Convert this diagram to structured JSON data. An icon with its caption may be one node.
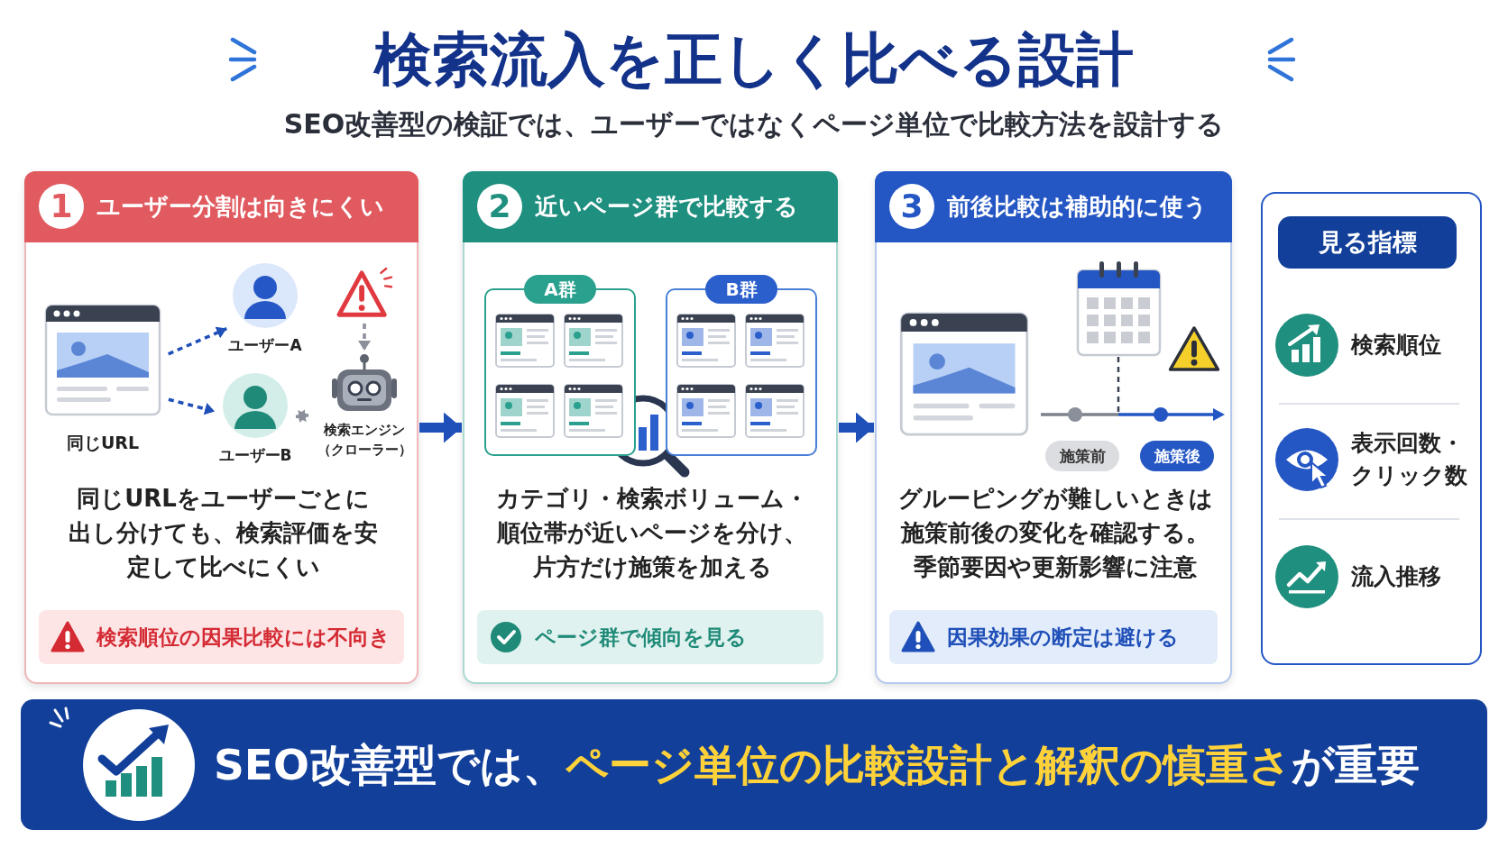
{
  "diagram": {
    "title": "検索流入を正しく比べる設計",
    "nodes": [
      {
        "text": [
          "1",
          "ユーザー分割は向きにくい",
          "同じURLをユーザーごとに出し分けても、検索評価を安定して比べにくい",
          "検索順位の因果比較には不向き"
        ]
      },
      {
        "text": [
          "同じURL"
        ],
        "in": 0
      },
      {
        "text": [
          "ユーザーA"
        ],
        "in": 0
      },
      {
        "text": [
          "ユーザーB"
        ],
        "in": 0
      },
      {
        "text": [],
        "shape": "triangle",
        "in": 0
      },
      {
        "text": [
          "検索エンジン（クローラー）"
        ],
        "in": 0
      },
      {
        "text": [
          "2",
          "近いページ群で比較する",
          "カテゴリ・検索ボリューム・順位帯が近いページを分け、片方だけ施策を加える",
          "ページ群で傾向を見る"
        ]
      },
      {
        "text": [
          "A群"
        ],
        "in": 6
      },
      {
        "text": [
          "B群"
        ],
        "in": 6
      },
      {
        "text": [
          "3",
          "前後比較は補助的に使う",
          "グルーピングが難しいときは施策前後の変化を確認する。季節要因や更新影響に注意",
          "因果効果の断定は避ける"
        ]
      },
      {
        "text": [
          "施策前"
        ],
        "in": 9
      },
      {
        "text": [
          "施策後"
        ],
        "in": 9
      },
      {
        "text": [
          "見る指標",
          "検索順位",
          "表示回数・クリック数",
          "流入推移"
        ]
      },
      {
        "text": [
          "SEO改善型では、**ページ単位の比較設計と解釈の慎重さ**が重要"
        ]
      }
    ],
    "edges": [
      {
        "from": 1,
        "to": 2,
        "arrow": "to",
        "style": "dashed"
      },
      {
        "from": 1,
        "to": 3,
        "arrow": "to",
        "style": "dashed"
      },
      {
        "from": 4,
        "to": 5,
        "arrow": "to",
        "style": "dashed",
        "color": "#8a8f99"
      },
      {
        "from": 5,
        "to": 3,
        "arrow": "both",
        "style": "dashed",
        "color": "#8a8f99"
      },
      {
        "from": 0,
        "to": 6,
        "arrow": "to",
        "style": "thick"
      },
      {
        "from": 6,
        "to": 9,
        "arrow": "to",
        "style": "thick"
      }
    ],
    "labels": [
      "SEO改善型の検証では、ユーザーではなくページ単位で比較方法を設計する"
    ]
  }
}
